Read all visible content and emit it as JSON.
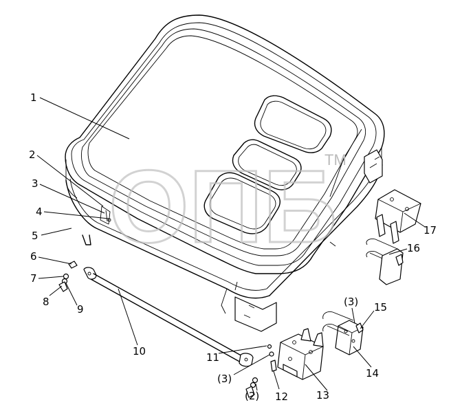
{
  "diagram": {
    "watermark": "ОПБ",
    "trademark": "TM",
    "callouts": [
      "1",
      "2",
      "3",
      "4",
      "5",
      "6",
      "7",
      "8",
      "9",
      "10",
      "11",
      "(3)",
      "(2)",
      "12",
      "13",
      "14",
      "(3)",
      "15",
      "16",
      "17"
    ]
  }
}
